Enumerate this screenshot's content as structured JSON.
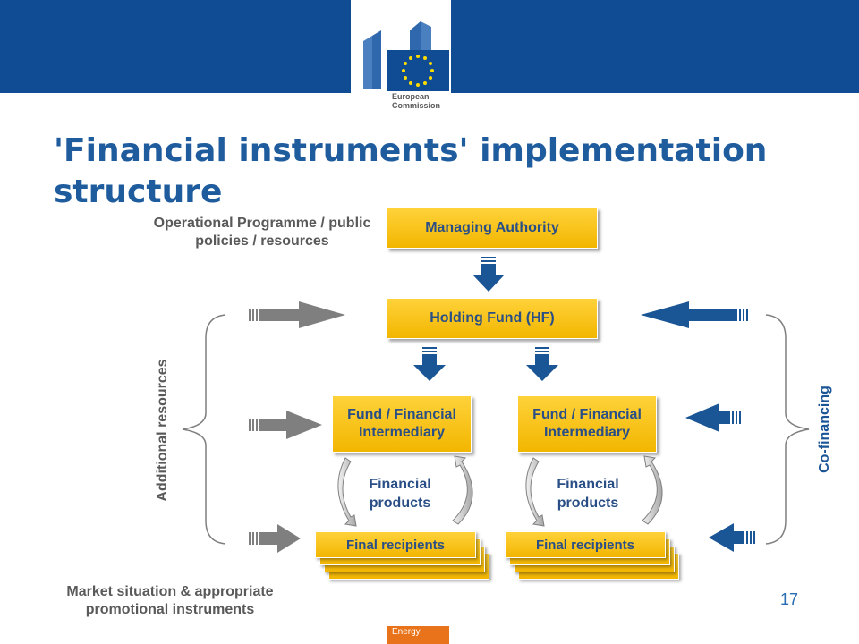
{
  "logo": {
    "line1": "European",
    "line2": "Commission"
  },
  "title": "'Financial instruments' implementation structure",
  "labels": {
    "op_programme": "Operational Programme / public policies / resources",
    "additional_resources": "Additional resources",
    "co_financing": "Co-financing",
    "market": "Market situation & appropriate promotional instruments"
  },
  "nodes": {
    "managing_authority": "Managing Authority",
    "holding_fund": "Holding Fund (HF)",
    "fund_left": "Fund / Financial Intermediary",
    "fund_right": "Fund  / Financial Intermediary",
    "final_left": "Final recipients",
    "final_right": "Final recipients",
    "products_left": "Financial products",
    "products_right": "Financial products"
  },
  "colors": {
    "top_bar": "#0f4c93",
    "title": "#1f5c9e",
    "box_fill": "#f8c41c",
    "box_text": "#2a4f86",
    "arrow_blue": "#1a5596",
    "arrow_grey": "#7f7f7f",
    "footer": "#e8731a"
  },
  "page_number": "17",
  "footer_tag": "Energy"
}
